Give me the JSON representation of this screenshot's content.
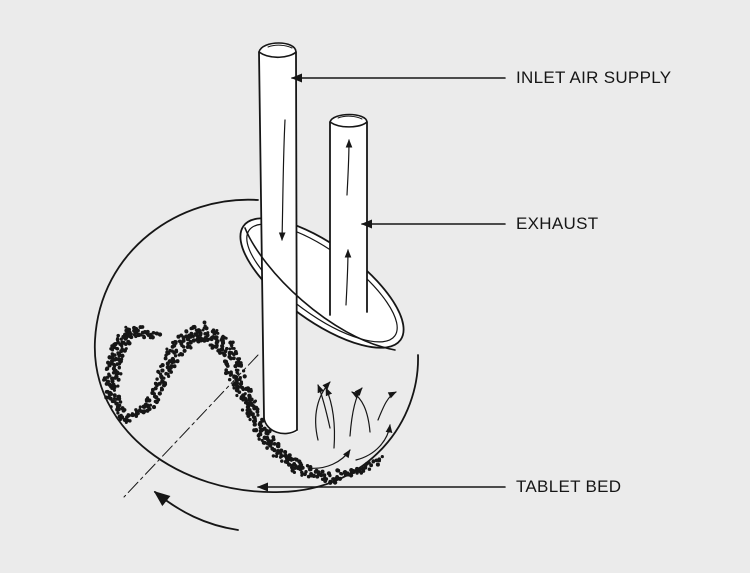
{
  "labels": {
    "inlet": "INLET AIR SUPPLY",
    "exhaust": "EXHAUST",
    "tablet_bed": "TABLET BED"
  },
  "colors": {
    "background": "#ebebeb",
    "line": "#161616",
    "fill": "#ffffff"
  }
}
